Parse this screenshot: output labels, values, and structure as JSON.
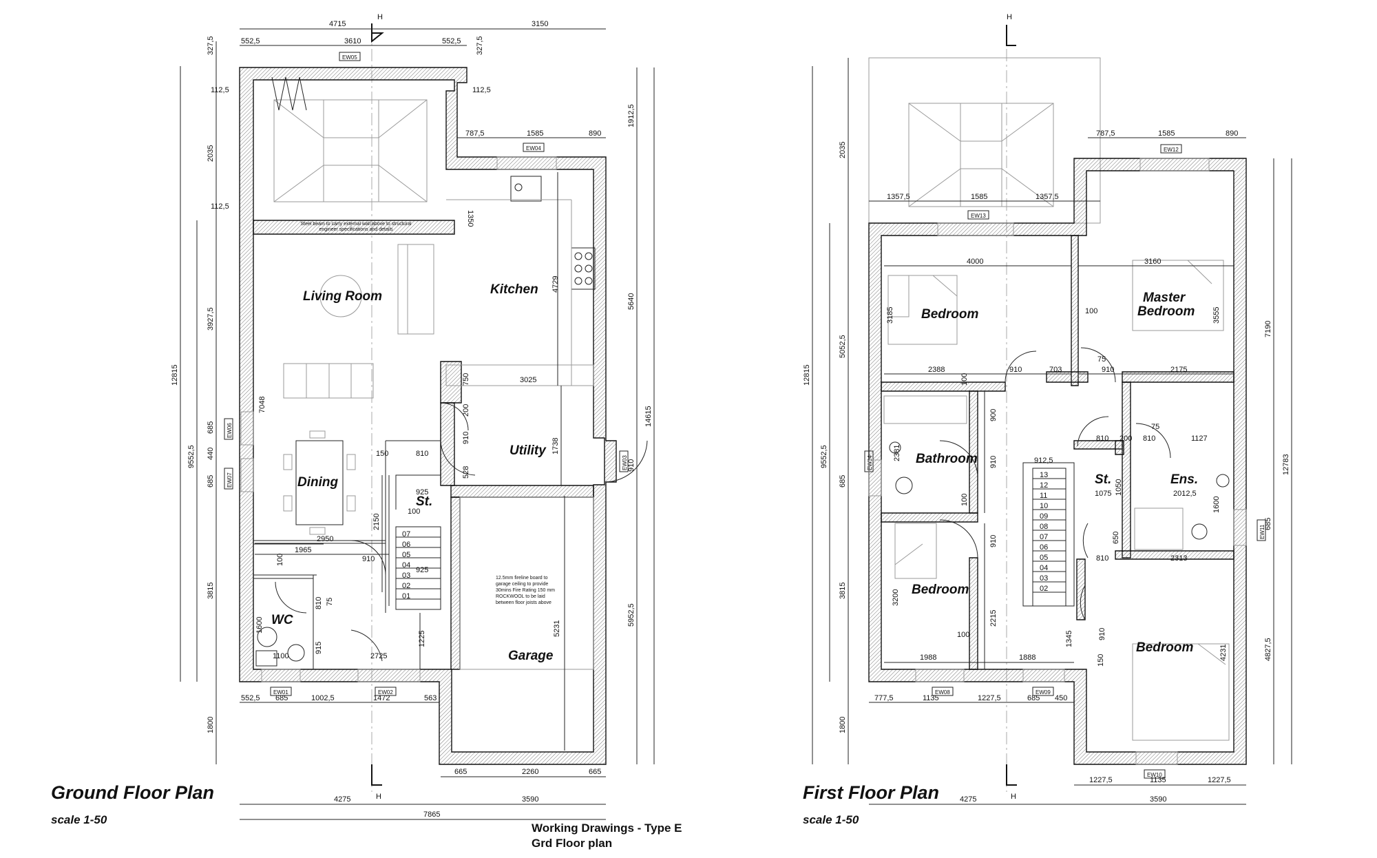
{
  "ground_floor": {
    "title": "Ground Floor Plan",
    "scale": "scale 1-50",
    "section_marker": "H",
    "rooms": {
      "living": "Living Room",
      "kitchen": "Kitchen",
      "utility": "Utility",
      "dining": "Dining",
      "stairs": "St.",
      "wc": "WC",
      "garage": "Garage"
    },
    "notes": {
      "beam": "Steel beam to carry external wall above to structural engineer specifications and details",
      "garage": "12.5mm fireline board to garage ceiling to provide 30mins Fire Rating 150 mm ROCKWOOL to be laid between floor joists above"
    },
    "window_tags": [
      "EW05",
      "EW04",
      "EW06",
      "EW07",
      "EW03",
      "EW01",
      "EW02"
    ],
    "dims": {
      "top_overall_left": "4715",
      "top_overall_right": "3150",
      "top_a": "552,5",
      "top_b": "3610",
      "top_c": "552,5",
      "left_a": "327,5",
      "left_b": "112,5",
      "left_c": "2035",
      "left_d": "112,5",
      "left_e": "3927,5",
      "left_f": "685",
      "left_g": "440",
      "left_h": "685",
      "left_i": "3815",
      "left_j": "1800",
      "left_overall": "12815",
      "left_overall_2": "9552,5",
      "right_a": "327,5",
      "right_b": "112,5",
      "ktop_a": "787,5",
      "ktop_b": "1585",
      "ktop_c": "890",
      "right_c": "1912,5",
      "right_d": "5640",
      "right_e": "14615",
      "right_f": "910",
      "right_g": "5952,5",
      "k_1350": "1350",
      "k_4729": "4729",
      "k_7048": "7048",
      "k_750": "750",
      "k_3025": "3025",
      "k_200": "200",
      "k_910": "910",
      "k_1738": "1738",
      "k_528": "528",
      "s_150": "150",
      "s_810": "810",
      "s_925": "925",
      "s_100": "100",
      "s_2150": "2150",
      "s_925b": "925",
      "d_2950": "2950",
      "d_1965": "1965",
      "d_910": "910",
      "d_100": "100",
      "w_810": "810",
      "w_75": "75",
      "w_1600": "1600",
      "w_915": "915",
      "w_1100": "1100",
      "w_2725": "2725",
      "g_1225": "1225",
      "g_5231": "5231",
      "bottom_a": "552,5",
      "bottom_b": "685",
      "bottom_c": "1002,5",
      "bottom_d": "1472",
      "bottom_e": "563",
      "g_665a": "665",
      "g_2260": "2260",
      "g_665b": "665",
      "bot_4275": "4275",
      "bot_3590": "3590",
      "bot_7865": "7865"
    },
    "stair_steps": [
      "07",
      "06",
      "05",
      "04",
      "03",
      "02",
      "01"
    ]
  },
  "first_floor": {
    "title": "First Floor Plan",
    "scale": "scale 1-50",
    "section_marker": "H",
    "rooms": {
      "bedroom1": "Bedroom",
      "master": "Master",
      "master2": "Bedroom",
      "bathroom": "Bathroom",
      "stairs": "St.",
      "ensuite": "Ens.",
      "bedroom2": "Bedroom",
      "bedroom3": "Bedroom"
    },
    "window_tags": [
      "EW12",
      "EW13",
      "EW14",
      "EW11",
      "EW08",
      "EW09",
      "EW10"
    ],
    "dims": {
      "top_a": "787,5",
      "top_b": "1585",
      "top_c": "890",
      "roof_a": "1357,5",
      "roof_b": "1585",
      "roof_c": "1357,5",
      "left_a": "2035",
      "left_b": "5052,5",
      "left_c": "12815",
      "left_d": "9552,5",
      "left_e": "685",
      "left_f": "3815",
      "left_g": "1800",
      "b1_4000": "4000",
      "b1_3185": "3185",
      "b1_2388": "2388",
      "m_3160": "3160",
      "m_3555": "3555",
      "m_100": "100",
      "m_2175": "2175",
      "h_910a": "910",
      "h_703": "703",
      "h_75": "75",
      "h_910b": "910",
      "h_100": "100",
      "bt_900": "900",
      "bt_910": "910",
      "bt_2381": "2381",
      "bt_100": "100",
      "st_912": "912,5",
      "st_810": "810",
      "st_200": "200",
      "st_1075": "1075",
      "st_1050": "1050",
      "st_650": "650",
      "st_810b": "810",
      "e_75": "75",
      "e_810": "810",
      "e_1127": "1127",
      "e_2012": "2012,5",
      "e_1600": "1600",
      "e_2313": "2313",
      "b2_3200": "3200",
      "b2_910": "910",
      "b2_2215": "2215",
      "b2_100": "100",
      "b2_1988": "1988",
      "b2_1888": "1888",
      "b2_1345": "1345",
      "b3_910": "910",
      "b3_150": "150",
      "b3_4231": "4231",
      "right_a": "7190",
      "right_b": "12783",
      "right_c": "685",
      "right_d": "4827,5",
      "bottom_a": "777,5",
      "bottom_b": "1135",
      "bottom_c": "1227,5",
      "bottom_d": "685",
      "bottom_e": "450",
      "b_1227a": "1227,5",
      "b_1135": "1135",
      "b_1227b": "1227,5",
      "b_4275": "4275",
      "b_3590": "3590"
    },
    "stair_steps": [
      "13",
      "12",
      "11",
      "10",
      "09",
      "08",
      "07",
      "06",
      "05",
      "04",
      "03",
      "02"
    ]
  },
  "footer": {
    "line1": "Working Drawings - Type E",
    "line2": "Grd Floor plan"
  }
}
